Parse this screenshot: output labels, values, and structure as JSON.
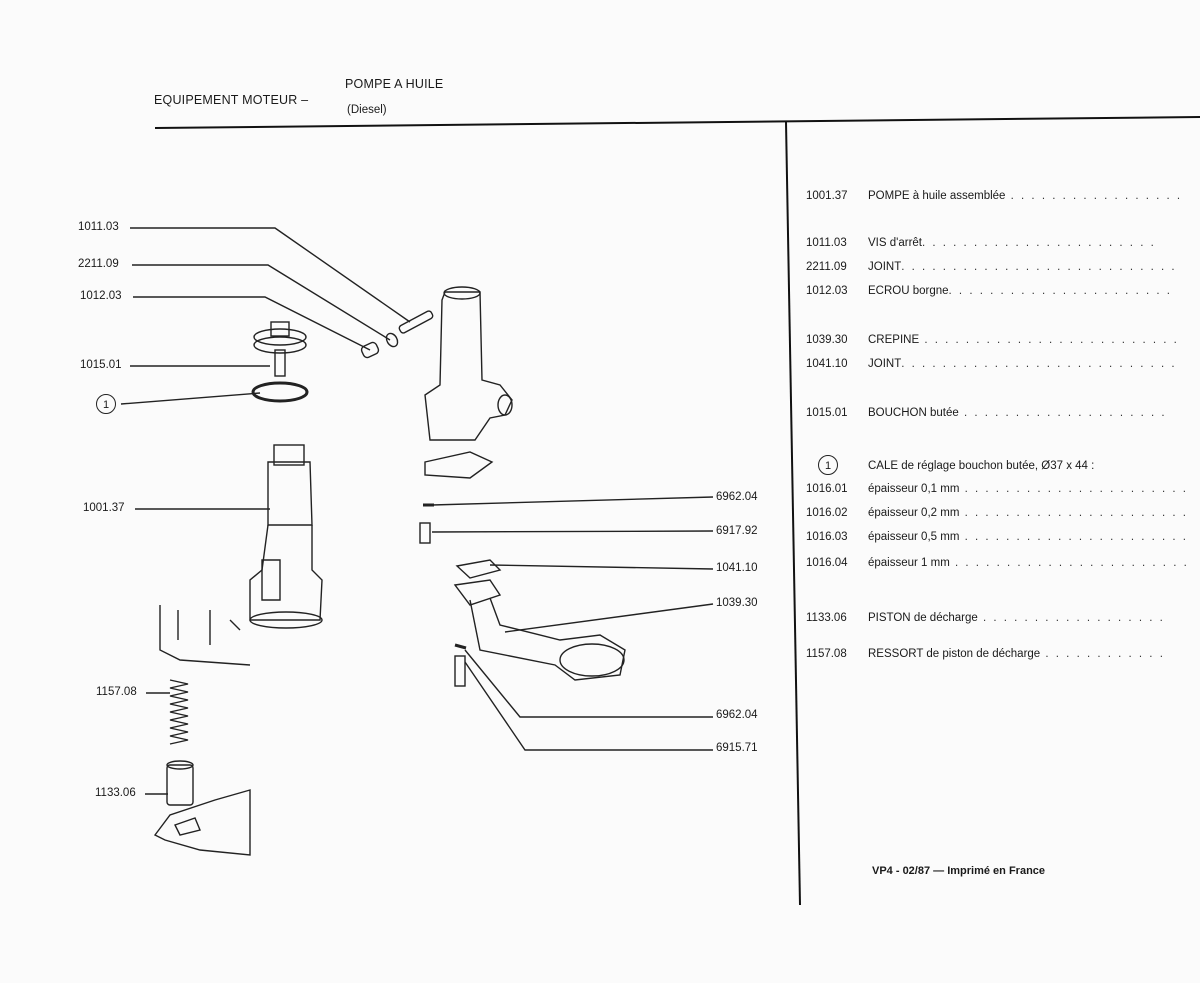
{
  "header": {
    "section": "EQUIPEMENT MOTEUR –",
    "title": "POMPE A HUILE",
    "subtitle": "(Diesel)"
  },
  "diagram": {
    "left_refs": [
      {
        "id": "ref-1011-03",
        "text": "1011.03"
      },
      {
        "id": "ref-2211-09",
        "text": "2211.09"
      },
      {
        "id": "ref-1012-03",
        "text": "1012.03"
      },
      {
        "id": "ref-1015-01",
        "text": "1015.01"
      },
      {
        "id": "ref-cale",
        "text": "1"
      },
      {
        "id": "ref-1001-37",
        "text": "1001.37"
      },
      {
        "id": "ref-1157-08",
        "text": "1157.08"
      },
      {
        "id": "ref-1133-06",
        "text": "1133.06"
      }
    ],
    "right_refs": [
      {
        "id": "ref-6962-04a",
        "text": "6962.04"
      },
      {
        "id": "ref-6917-92",
        "text": "6917.92"
      },
      {
        "id": "ref-1041-10",
        "text": "1041.10"
      },
      {
        "id": "ref-1039-30",
        "text": "1039.30"
      },
      {
        "id": "ref-6962-04b",
        "text": "6962.04"
      },
      {
        "id": "ref-6915-71",
        "text": "6915.71"
      }
    ]
  },
  "parts_list": [
    {
      "code": "1001.37",
      "name": "POMPE",
      "desc": "à huile assemblée"
    },
    {
      "code": "1011.03",
      "name": "VIS",
      "desc": "d'arrêt"
    },
    {
      "code": "2211.09",
      "name": "JOINT",
      "desc": ""
    },
    {
      "code": "1012.03",
      "name": "ECROU",
      "desc": "borgne"
    },
    {
      "code": "1039.30",
      "name": "CREPINE",
      "desc": ""
    },
    {
      "code": "1041.10",
      "name": "JOINT",
      "desc": ""
    },
    {
      "code": "1015.01",
      "name": "BOUCHON",
      "desc": "butée"
    },
    {
      "code": "1",
      "name": "CALE",
      "desc": "de réglage bouchon butée, Ø37 x 44 :"
    },
    {
      "code": "1016.01",
      "name": "",
      "desc": "épaisseur 0,1 mm"
    },
    {
      "code": "1016.02",
      "name": "",
      "desc": "épaisseur 0,2 mm"
    },
    {
      "code": "1016.03",
      "name": "",
      "desc": "épaisseur 0,5 mm"
    },
    {
      "code": "1016.04",
      "name": "",
      "desc": "épaisseur 1 mm"
    },
    {
      "code": "1133.06",
      "name": "PISTON",
      "desc": "de décharge"
    },
    {
      "code": "1157.08",
      "name": "RESSORT",
      "desc": "de piston de décharge"
    }
  ],
  "footer": "VP4 - 02/87 — Imprimé en France"
}
